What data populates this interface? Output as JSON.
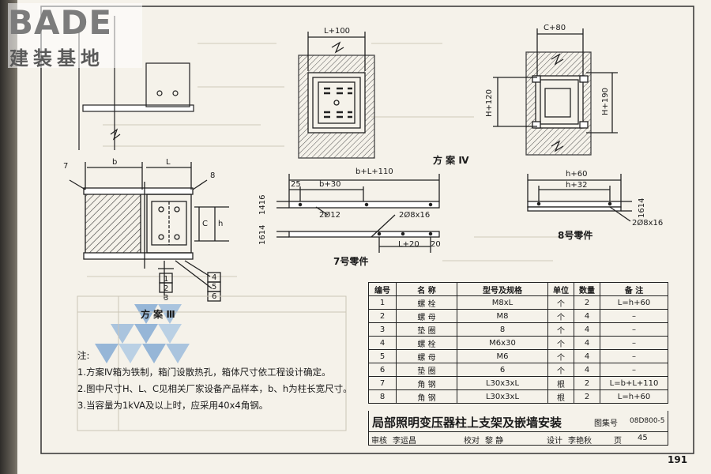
{
  "logo": {
    "brand": "BADE",
    "subtitle": "建装基地"
  },
  "dims": {
    "l100": "L+100",
    "c80": "C+80",
    "h120": "H+120",
    "h190": "H+190",
    "b": "b",
    "L": "L",
    "c": "C",
    "h": "h",
    "bL110": "b+L+110",
    "b30": "b+30",
    "d25": "25",
    "d1416a": "1416",
    "d1614a": "1614",
    "d20": "20",
    "L20": "L+20",
    "phi12": "2Ø12",
    "phi16a": "2Ø8x16",
    "h60": "h+60",
    "h32": "h+32",
    "d1614b": "1614",
    "phi16b": "2Ø8x16",
    "n1": "1",
    "n2": "2",
    "n3": "3",
    "n4": "4",
    "n5": "5",
    "n6": "6",
    "n7": "7",
    "n8": "8"
  },
  "captions": {
    "scheme3": "方 案 Ⅲ",
    "scheme4": "方 案 Ⅳ",
    "part7": "7号零件",
    "part8": "8号零件"
  },
  "notes": {
    "head": "注:",
    "n1": "1.方案Ⅳ箱为铁制，箱门设散热孔，箱体尺寸依工程设计确定。",
    "n2": "2.图中尺寸H、L、C见相关厂家设备产品样本，b、h为柱长宽尺寸。",
    "n3": "3.当容量为1kVA及以上时，应采用40x4角钢。"
  },
  "table": {
    "headers": [
      "编号",
      "名   称",
      "型号及规格",
      "单位",
      "数量",
      "备  注"
    ],
    "rows": [
      [
        "1",
        "螺   栓",
        "M8xL",
        "个",
        "2",
        "L=h+60"
      ],
      [
        "2",
        "螺   母",
        "M8",
        "个",
        "4",
        "–"
      ],
      [
        "3",
        "垫   圈",
        "8",
        "个",
        "4",
        "–"
      ],
      [
        "4",
        "螺   栓",
        "M6x30",
        "个",
        "4",
        "–"
      ],
      [
        "5",
        "螺   母",
        "M6",
        "个",
        "4",
        "–"
      ],
      [
        "6",
        "垫   圈",
        "6",
        "个",
        "4",
        "–"
      ],
      [
        "7",
        "角   钢",
        "L30x3xL",
        "根",
        "2",
        "L=b+L+110"
      ],
      [
        "8",
        "角   钢",
        "L30x3xL",
        "根",
        "2",
        "L=h+60"
      ]
    ]
  },
  "titleblock": {
    "title": "局部照明变压器柱上支架及嵌墙安装",
    "atlas_label": "图集号",
    "atlas_code": "08D800-5",
    "review": "审核",
    "reviewer": "李运昌",
    "check": "校对",
    "checker": "黎 静",
    "design": "设计",
    "designer": "李艳秋",
    "page_label": "页",
    "page_no": "45"
  },
  "page_number": "191",
  "colors": {
    "paper": "#f5f2ea",
    "ink": "#1a1a1a",
    "hatch": "#333333",
    "watermark": "#4a86c8"
  }
}
